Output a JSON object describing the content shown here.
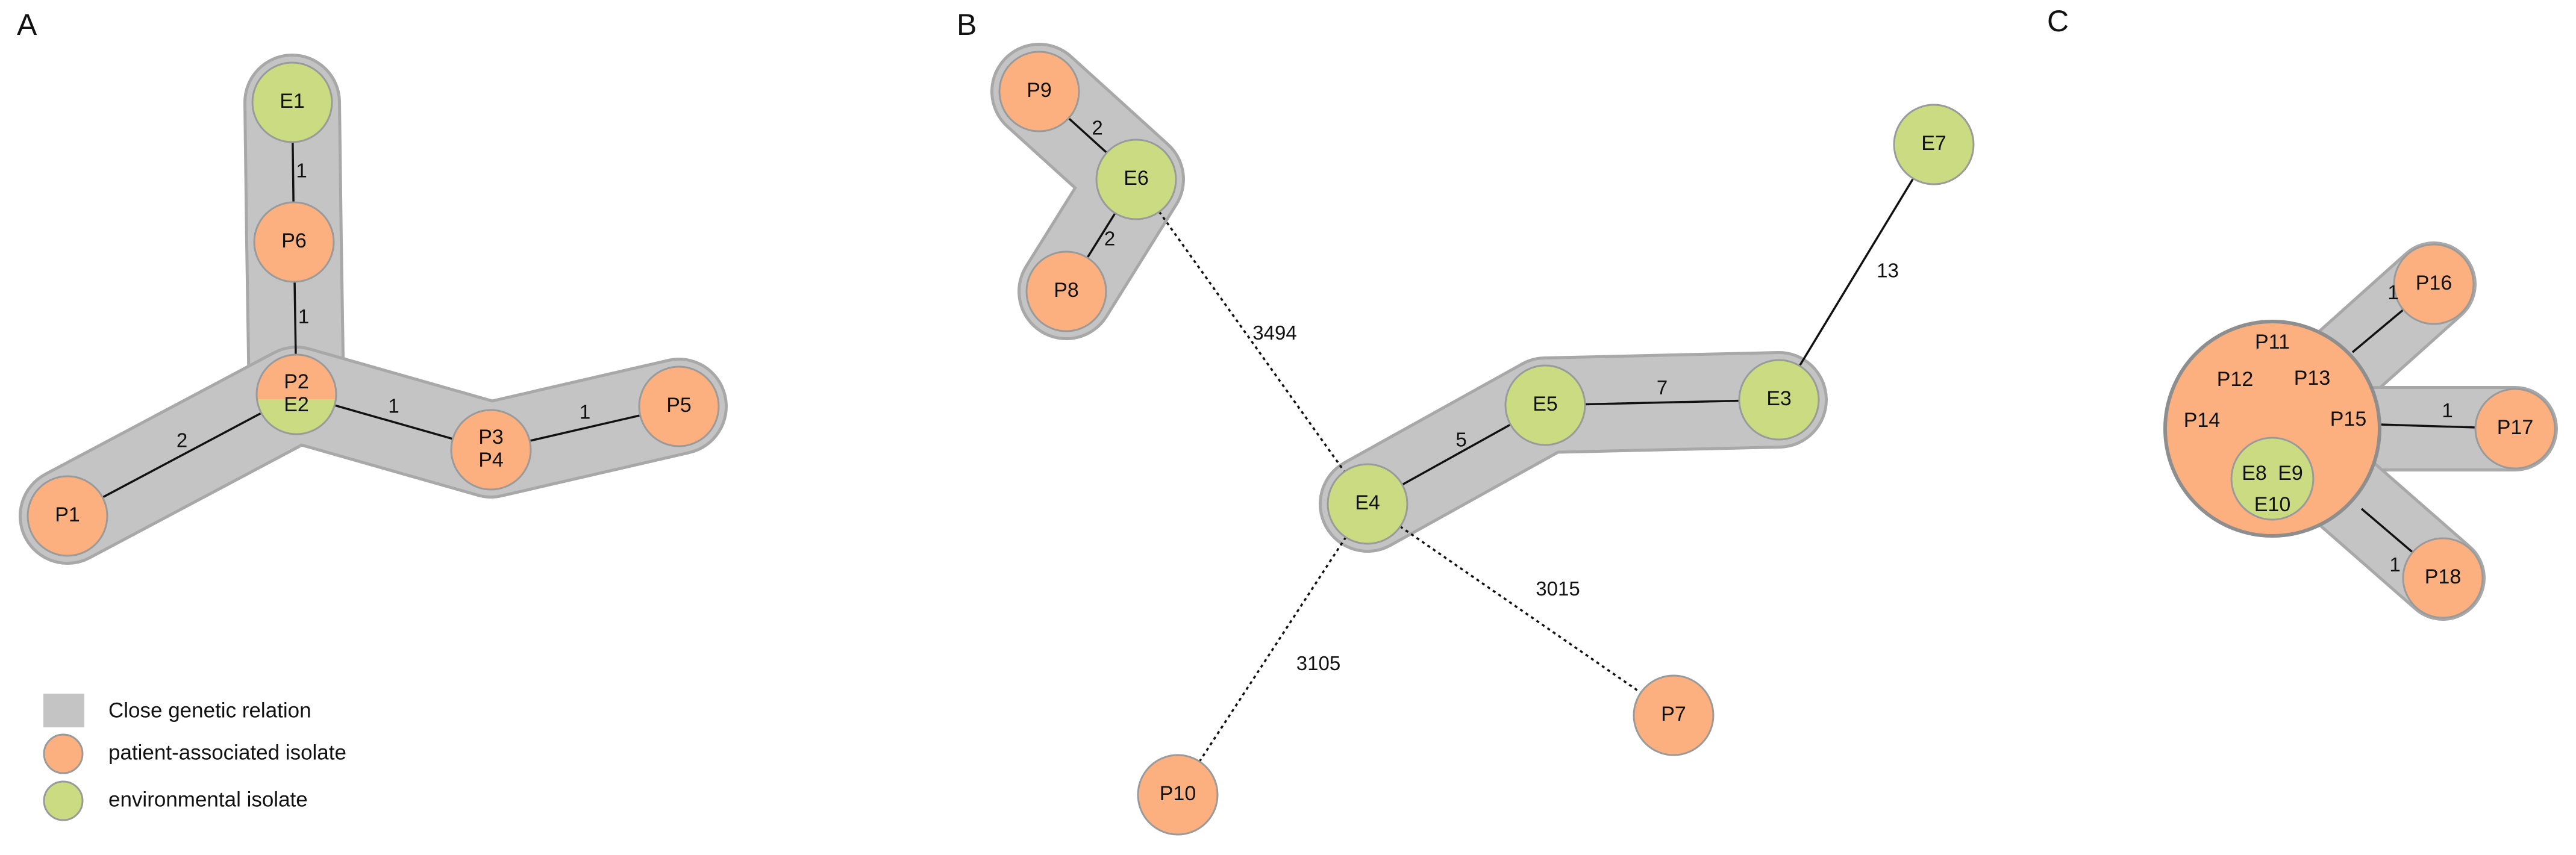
{
  "colors": {
    "patient": "#FDB07F",
    "environmental": "#CADB81",
    "relation_band": "#C4C4C4",
    "node_stroke": "#9A9A9A",
    "edge": "#111111"
  },
  "panels": [
    {
      "letter": "A",
      "nodes": [
        {
          "id": "E1",
          "labels": [
            "E1"
          ],
          "type": "environmental"
        },
        {
          "id": "P6",
          "labels": [
            "P6"
          ],
          "type": "patient"
        },
        {
          "id": "P2E2",
          "labels": [
            "P2",
            "E2"
          ],
          "type": "mixed"
        },
        {
          "id": "P1",
          "labels": [
            "P1"
          ],
          "type": "patient"
        },
        {
          "id": "P3P4",
          "labels": [
            "P3",
            "P4"
          ],
          "type": "patient"
        },
        {
          "id": "P5",
          "labels": [
            "P5"
          ],
          "type": "patient"
        }
      ],
      "edges": [
        {
          "from": "E1",
          "to": "P6",
          "label": "1",
          "style": "solid"
        },
        {
          "from": "P6",
          "to": "P2E2",
          "label": "1",
          "style": "solid"
        },
        {
          "from": "P2E2",
          "to": "P1",
          "label": "2",
          "style": "solid"
        },
        {
          "from": "P2E2",
          "to": "P3P4",
          "label": "1",
          "style": "solid"
        },
        {
          "from": "P3P4",
          "to": "P5",
          "label": "1",
          "style": "solid"
        }
      ]
    },
    {
      "letter": "B",
      "nodes": [
        {
          "id": "P9",
          "labels": [
            "P9"
          ],
          "type": "patient"
        },
        {
          "id": "E6",
          "labels": [
            "E6"
          ],
          "type": "environmental"
        },
        {
          "id": "P8",
          "labels": [
            "P8"
          ],
          "type": "patient"
        },
        {
          "id": "E7",
          "labels": [
            "E7"
          ],
          "type": "environmental"
        },
        {
          "id": "E5",
          "labels": [
            "E5"
          ],
          "type": "environmental"
        },
        {
          "id": "E3",
          "labels": [
            "E3"
          ],
          "type": "environmental"
        },
        {
          "id": "E4",
          "labels": [
            "E4"
          ],
          "type": "environmental"
        },
        {
          "id": "P7",
          "labels": [
            "P7"
          ],
          "type": "patient"
        },
        {
          "id": "P10",
          "labels": [
            "P10"
          ],
          "type": "patient"
        }
      ],
      "edges": [
        {
          "from": "P9",
          "to": "E6",
          "label": "2",
          "style": "solid"
        },
        {
          "from": "E6",
          "to": "P8",
          "label": "2",
          "style": "solid"
        },
        {
          "from": "E6",
          "to": "E4",
          "label": "3494",
          "style": "dotted"
        },
        {
          "from": "E4",
          "to": "E5",
          "label": "5",
          "style": "solid"
        },
        {
          "from": "E5",
          "to": "E3",
          "label": "7",
          "style": "solid"
        },
        {
          "from": "E3",
          "to": "E7",
          "label": "13",
          "style": "solid"
        },
        {
          "from": "E4",
          "to": "P7",
          "label": "3015",
          "style": "dotted"
        },
        {
          "from": "E4",
          "to": "P10",
          "label": "3105",
          "style": "dotted"
        }
      ]
    },
    {
      "letter": "C",
      "cluster": {
        "patient_labels": [
          "P11",
          "P12",
          "P13",
          "P14",
          "P15"
        ],
        "environmental_labels": [
          "E8",
          "E9",
          "E10"
        ]
      },
      "nodes": [
        {
          "id": "P16",
          "labels": [
            "P16"
          ],
          "type": "patient"
        },
        {
          "id": "P17",
          "labels": [
            "P17"
          ],
          "type": "patient"
        },
        {
          "id": "P18",
          "labels": [
            "P18"
          ],
          "type": "patient"
        }
      ],
      "edges": [
        {
          "from": "cluster",
          "to": "P16",
          "label": "1",
          "style": "solid"
        },
        {
          "from": "cluster",
          "to": "P17",
          "label": "1",
          "style": "solid"
        },
        {
          "from": "cluster",
          "to": "P18",
          "label": "1",
          "style": "solid"
        }
      ]
    }
  ],
  "legend": [
    {
      "symbol": "band",
      "label": "Close genetic relation"
    },
    {
      "symbol": "patient",
      "label": "patient-associated isolate"
    },
    {
      "symbol": "environmental",
      "label": "environmental isolate"
    }
  ]
}
